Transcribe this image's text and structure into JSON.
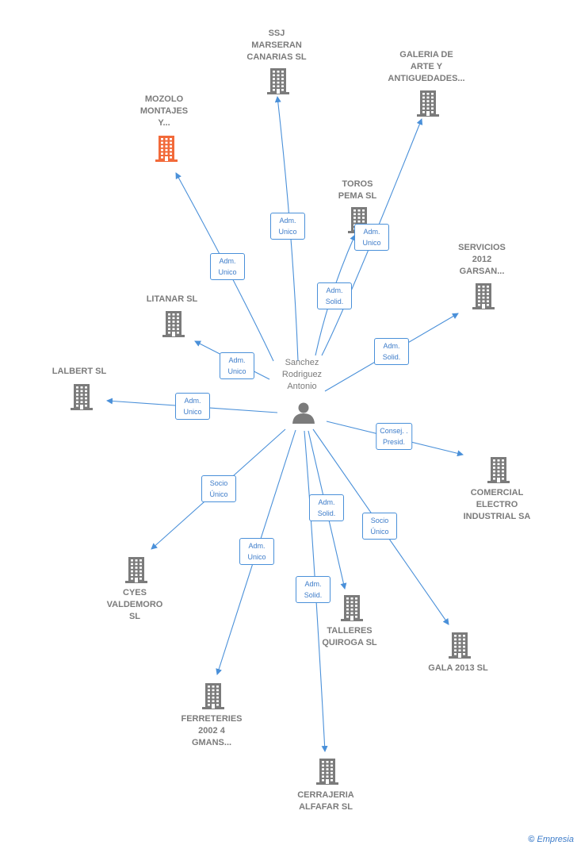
{
  "center": {
    "label": "Sanchez\nRodriguez\nAntonio"
  },
  "companies": [
    {
      "id": "mozolo",
      "label": "MOZOLO\nMONTAJES\nY...",
      "highlight": true
    },
    {
      "id": "ssj",
      "label": "SSJ\nMARSERAN\nCANARIAS  SL"
    },
    {
      "id": "galeria",
      "label": "GALERIA DE\nARTE Y\nANTIGUEDADES..."
    },
    {
      "id": "toros",
      "label": "TOROS\nPEMA SL"
    },
    {
      "id": "servicios",
      "label": "SERVICIOS\n2012\nGARSAN..."
    },
    {
      "id": "litanar",
      "label": "LITANAR SL"
    },
    {
      "id": "lalbert",
      "label": "LALBERT SL"
    },
    {
      "id": "comercial",
      "label": "COMERCIAL\nELECTRO\nINDUSTRIAL SA"
    },
    {
      "id": "cyes",
      "label": "CYES\nVALDEMORO\nSL"
    },
    {
      "id": "talleres",
      "label": "TALLERES\nQUIROGA  SL"
    },
    {
      "id": "gala",
      "label": "GALA 2013  SL"
    },
    {
      "id": "ferreteries",
      "label": "FERRETERIES\n2002 4\nGMANS..."
    },
    {
      "id": "cerrajeria",
      "label": "CERRAJERIA\nALFAFAR  SL"
    }
  ],
  "edges": [
    {
      "to": "mozolo",
      "label": "Adm.\nUnico"
    },
    {
      "to": "ssj",
      "label": "Adm.\nUnico"
    },
    {
      "to": "galeria",
      "label": "Adm.\nUnico"
    },
    {
      "to": "toros",
      "label": "Adm.\nSolid."
    },
    {
      "to": "servicios",
      "label": "Adm.\nSolid."
    },
    {
      "to": "litanar",
      "label": "Adm.\nUnico"
    },
    {
      "to": "lalbert",
      "label": "Adm.\nUnico"
    },
    {
      "to": "comercial",
      "label": "Consej. .\nPresid."
    },
    {
      "to": "cyes",
      "label": "Socio\nÚnico"
    },
    {
      "to": "talleres",
      "label": "Adm.\nSolid."
    },
    {
      "to": "gala",
      "label": "Socio\nÚnico"
    },
    {
      "to": "ferreteries",
      "label": "Adm.\nUnico"
    },
    {
      "to": "cerrajeria",
      "label": "Adm.\nSolid."
    }
  ],
  "colors": {
    "edge": "#4a90d9",
    "building": "#7b7b7b",
    "highlight": "#f26a3a",
    "person": "#7b7b7b"
  },
  "footer": {
    "copyright": "©",
    "brand": "Empresia"
  }
}
